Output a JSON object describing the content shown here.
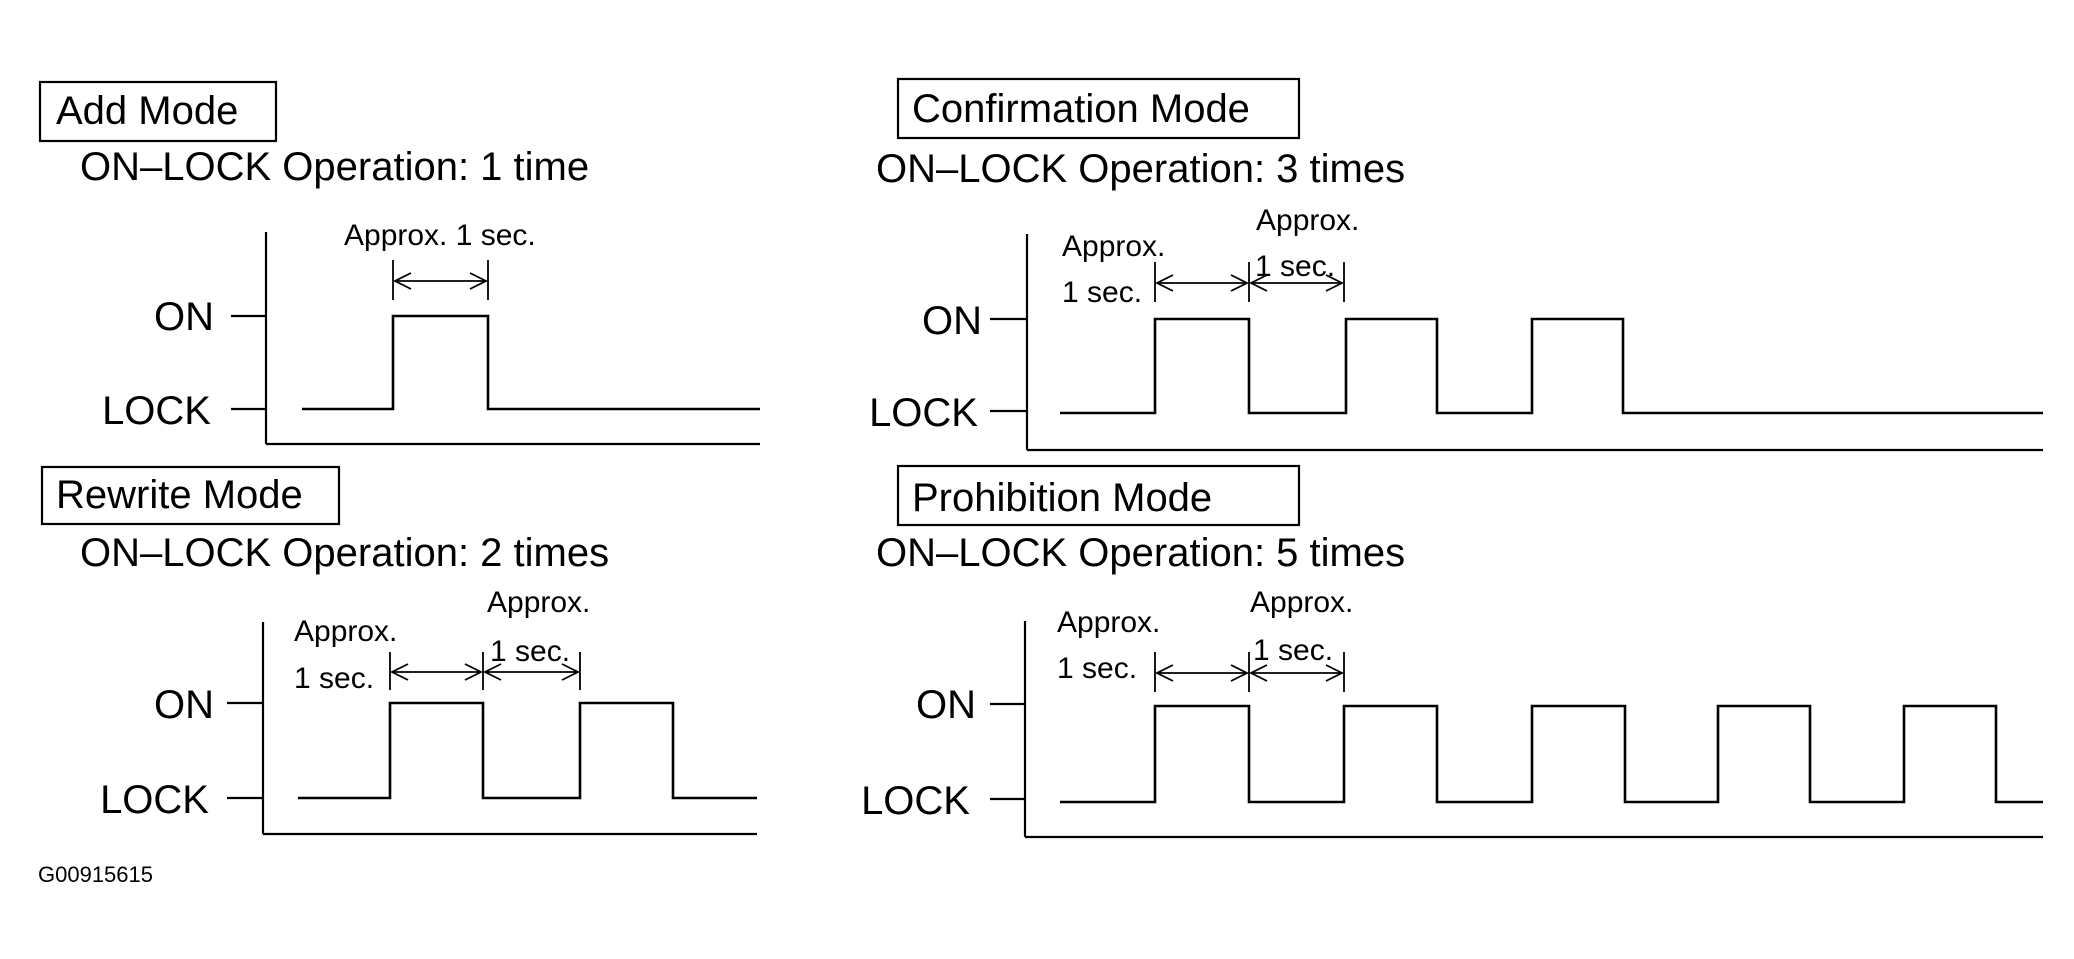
{
  "figure_code": "G00915615",
  "approx_label": "Approx.",
  "one_sec_label": "1 sec.",
  "approx_one_sec_label": "Approx. 1 sec.",
  "levels": {
    "on": "ON",
    "lock": "LOCK"
  },
  "panels": [
    {
      "id": "add",
      "title": "Add Mode",
      "operation": "ON–LOCK Operation: 1 time",
      "pulses": 1
    },
    {
      "id": "confirmation",
      "title": "Confirmation Mode",
      "operation": "ON–LOCK Operation: 3 times",
      "pulses": 3
    },
    {
      "id": "rewrite",
      "title": "Rewrite Mode",
      "operation": "ON–LOCK Operation: 2 times",
      "pulses": 2
    },
    {
      "id": "prohibition",
      "title": "Prohibition Mode",
      "operation": "ON–LOCK Operation: 5 times",
      "pulses": 5
    }
  ]
}
